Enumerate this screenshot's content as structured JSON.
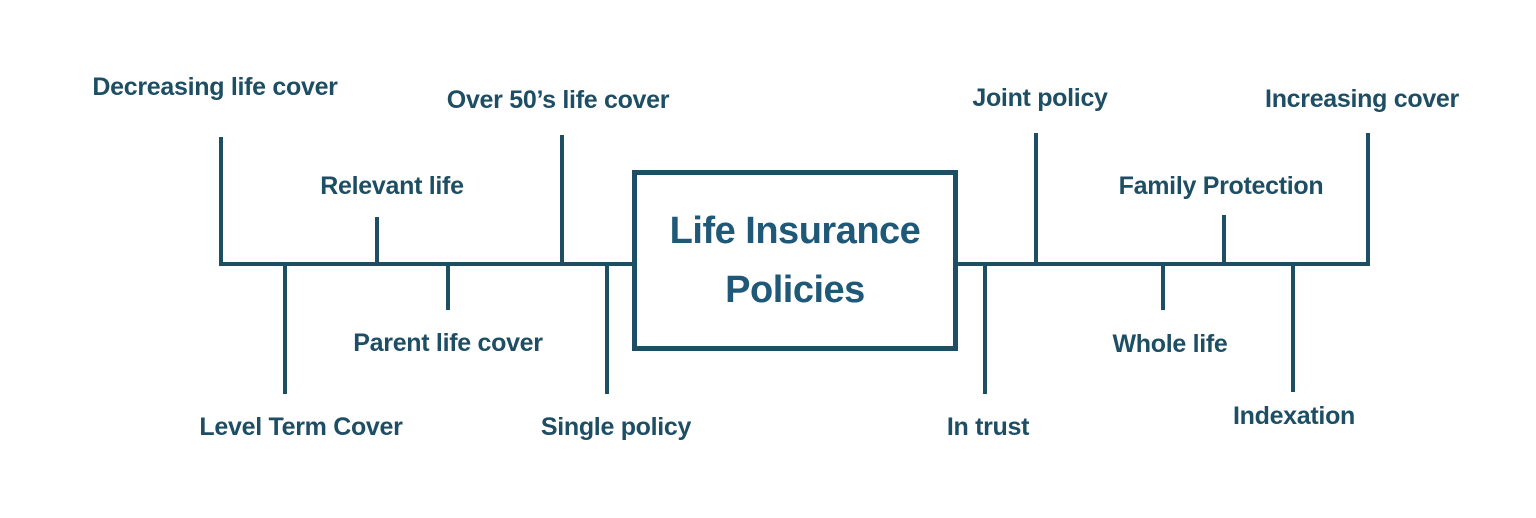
{
  "diagram": {
    "center": {
      "line1": "Life Insurance",
      "line2": "Policies"
    },
    "labels": [
      {
        "key": "decreasing-life-cover",
        "text": "Decreasing life cover",
        "side": "left",
        "row": "top"
      },
      {
        "key": "relevant-life",
        "text": "Relevant life",
        "side": "left",
        "row": "top"
      },
      {
        "key": "over-50s-life-cover",
        "text": "Over 50’s life cover",
        "side": "left",
        "row": "top"
      },
      {
        "key": "level-term-cover",
        "text": "Level Term Cover",
        "side": "left",
        "row": "bottom"
      },
      {
        "key": "parent-life-cover",
        "text": "Parent life cover",
        "side": "left",
        "row": "bottom"
      },
      {
        "key": "single-policy",
        "text": "Single policy",
        "side": "left",
        "row": "bottom"
      },
      {
        "key": "joint-policy",
        "text": "Joint policy",
        "side": "right",
        "row": "top"
      },
      {
        "key": "family-protection",
        "text": "Family Protection",
        "side": "right",
        "row": "top"
      },
      {
        "key": "increasing-cover",
        "text": "Increasing cover",
        "side": "right",
        "row": "top"
      },
      {
        "key": "in-trust",
        "text": "In trust",
        "side": "right",
        "row": "bottom"
      },
      {
        "key": "whole-life",
        "text": "Whole life",
        "side": "right",
        "row": "bottom"
      },
      {
        "key": "indexation",
        "text": "Indexation",
        "side": "right",
        "row": "bottom"
      }
    ],
    "colors": {
      "accent": "#1E4E64",
      "title": "#1F5977",
      "background": "#FFFFFF"
    }
  }
}
